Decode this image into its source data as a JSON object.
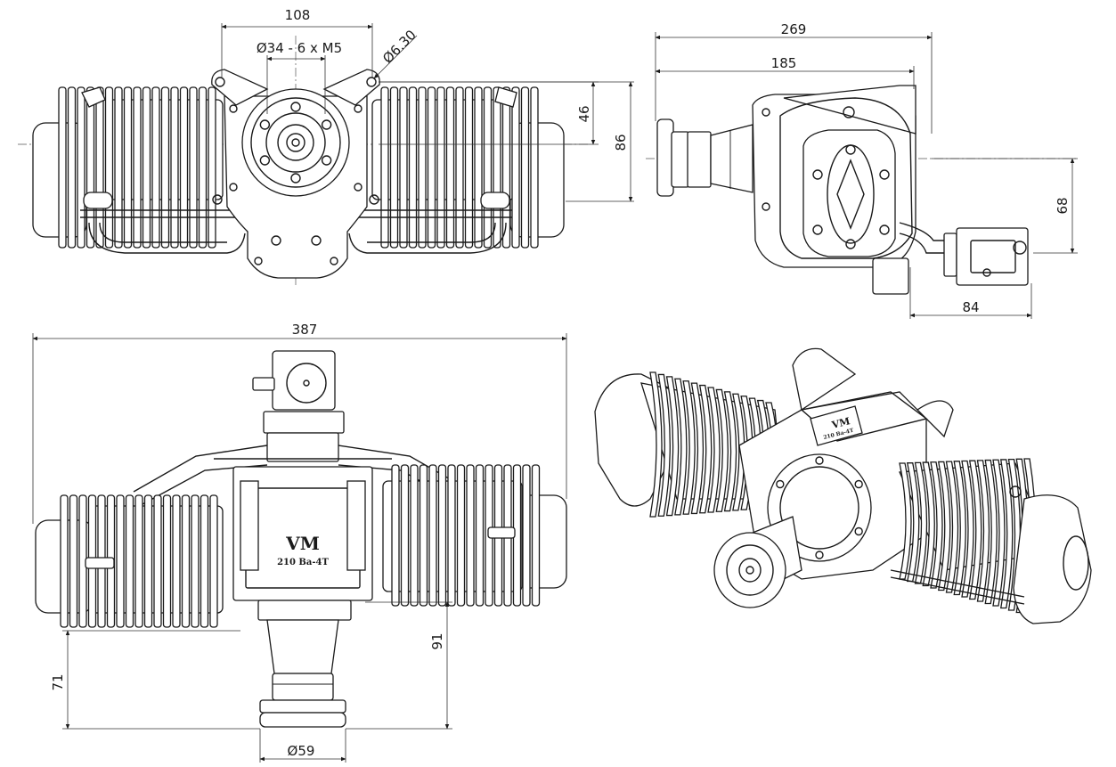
{
  "dimensions": {
    "front_bolt_spacing": "108",
    "front_bolt_circle": "Ø34 - 6 x M5",
    "front_mount_hole": "Ø6.30",
    "front_upper_height": "46",
    "front_total_height": "86",
    "side_total_length": "269",
    "side_partial_length": "185",
    "side_shaft_height": "68",
    "side_rear_length": "84",
    "top_total_width": "387",
    "top_length_a": "71",
    "top_length_b": "91",
    "top_hub_diameter": "Ø59"
  },
  "branding": {
    "logo": "VM",
    "model": "210 Ba-4T"
  },
  "views": [
    "front-view",
    "side-view",
    "top-view",
    "isometric-view"
  ]
}
